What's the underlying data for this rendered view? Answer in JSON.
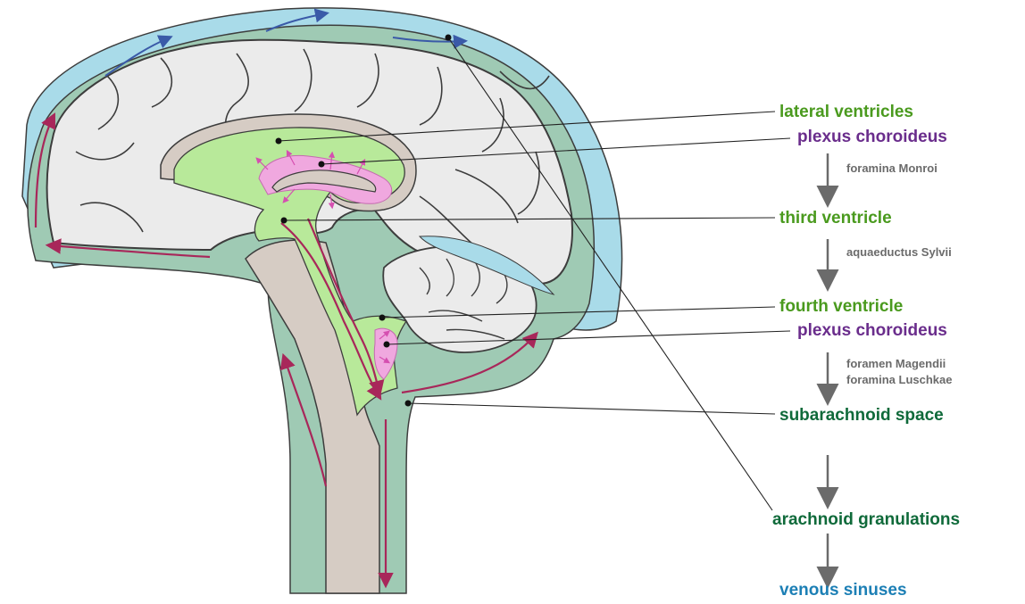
{
  "labels": {
    "lateral_ventricles": "lateral ventricles",
    "plexus_choroideus_1": "plexus choroideus",
    "foramina_monroi": "foramina Monroi",
    "third_ventricle": "third ventricle",
    "aquaeductus_sylvii": "aquaeductus Sylvii",
    "fourth_ventricle": "fourth ventricle",
    "plexus_choroideus_2": "plexus choroideus",
    "foramen_magendii": "foramen Magendii",
    "foramina_luschkae": "foramina Luschkae",
    "subarachnoid_space": "subarachnoid space",
    "arachnoid_granulations": "arachnoid granulations",
    "venous_sinuses": "venous sinuses"
  },
  "colors": {
    "green_label": "#4a9a1e",
    "dark_green_label": "#0f6a3a",
    "purple_label": "#6a2d8c",
    "blue_label": "#1c7fb5",
    "arrow_gray": "#6b6b6b",
    "csf_space": "#9fcab4",
    "venous_sinus": "#a9dbe9",
    "brain": "#ebebeb",
    "ventricle": "#b8e99a",
    "plexus": "#f0a8df",
    "brainstem": "#d6ccc4",
    "flow_arrow_red": "#a8275a",
    "flow_arrow_blue": "#3a5aa8"
  }
}
